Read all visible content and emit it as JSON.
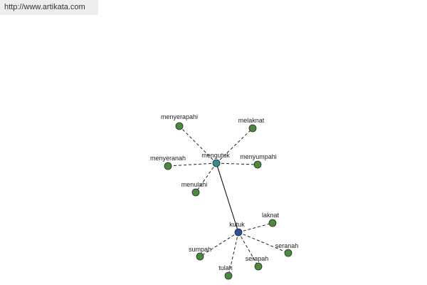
{
  "header": {
    "url": "http://www.artikata.com"
  },
  "graph": {
    "colors": {
      "leaf": "#4a8a3a",
      "hub_primary": "#2f8f95",
      "hub_secondary": "#2c4f9e",
      "edge": "#222222"
    },
    "hubs": [
      {
        "id": "mengutuk",
        "label": "mengutuk",
        "color": "#2f8f95"
      },
      {
        "id": "kutuk",
        "label": "kutuk",
        "color": "#2c4f9e"
      }
    ],
    "leaves": [
      {
        "id": "menyerapahi",
        "label": "menyerapahi",
        "hub": "mengutuk"
      },
      {
        "id": "melaknat",
        "label": "melaknat",
        "hub": "mengutuk"
      },
      {
        "id": "menyeranah",
        "label": "menyeranah",
        "hub": "mengutuk"
      },
      {
        "id": "menyumpahi",
        "label": "menyumpahi",
        "hub": "mengutuk"
      },
      {
        "id": "menulahi",
        "label": "menulahi",
        "hub": "mengutuk"
      },
      {
        "id": "laknat",
        "label": "laknat",
        "hub": "kutuk"
      },
      {
        "id": "seranah",
        "label": "seranah",
        "hub": "kutuk"
      },
      {
        "id": "sumpah",
        "label": "sumpah",
        "hub": "kutuk"
      },
      {
        "id": "tulah",
        "label": "tulah",
        "hub": "kutuk"
      },
      {
        "id": "serapah",
        "label": "serapah",
        "hub": "kutuk"
      }
    ],
    "hub_link": {
      "from": "mengutuk",
      "to": "kutuk"
    }
  }
}
